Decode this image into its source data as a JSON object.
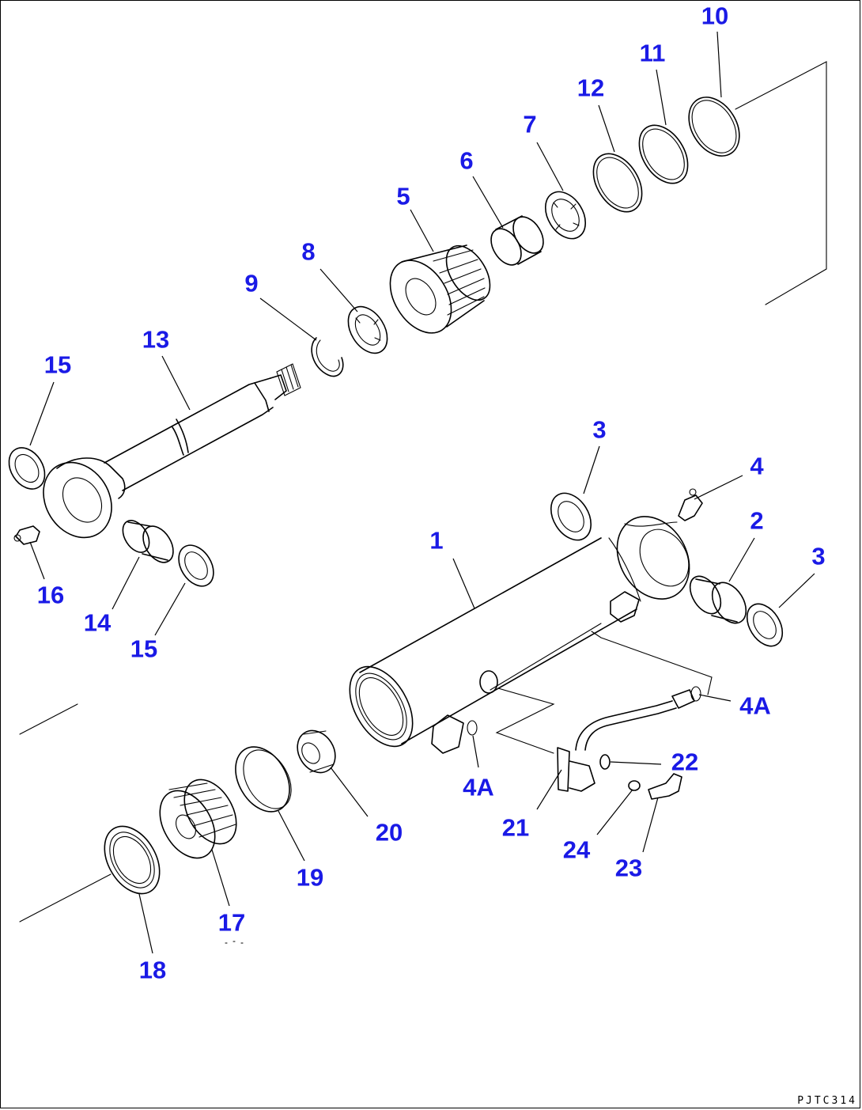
{
  "diagram": {
    "accent_color": "#1a1ae6",
    "line_color": "#000000",
    "drawing_code": "PJTC314",
    "callouts": [
      {
        "id": "c1",
        "text": "1"
      },
      {
        "id": "c2",
        "text": "2"
      },
      {
        "id": "c3a",
        "text": "3"
      },
      {
        "id": "c3b",
        "text": "3"
      },
      {
        "id": "c4",
        "text": "4"
      },
      {
        "id": "c4Aa",
        "text": "4A"
      },
      {
        "id": "c4Ab",
        "text": "4A"
      },
      {
        "id": "c5",
        "text": "5"
      },
      {
        "id": "c6",
        "text": "6"
      },
      {
        "id": "c7",
        "text": "7"
      },
      {
        "id": "c8",
        "text": "8"
      },
      {
        "id": "c9",
        "text": "9"
      },
      {
        "id": "c10",
        "text": "10"
      },
      {
        "id": "c11",
        "text": "11"
      },
      {
        "id": "c12",
        "text": "12"
      },
      {
        "id": "c13",
        "text": "13"
      },
      {
        "id": "c14",
        "text": "14"
      },
      {
        "id": "c15a",
        "text": "15"
      },
      {
        "id": "c15b",
        "text": "15"
      },
      {
        "id": "c16",
        "text": "16"
      },
      {
        "id": "c17",
        "text": "17"
      },
      {
        "id": "c18",
        "text": "18"
      },
      {
        "id": "c19",
        "text": "19"
      },
      {
        "id": "c20",
        "text": "20"
      },
      {
        "id": "c21",
        "text": "21"
      },
      {
        "id": "c22",
        "text": "22"
      },
      {
        "id": "c23",
        "text": "23"
      },
      {
        "id": "c24",
        "text": "24"
      }
    ]
  }
}
